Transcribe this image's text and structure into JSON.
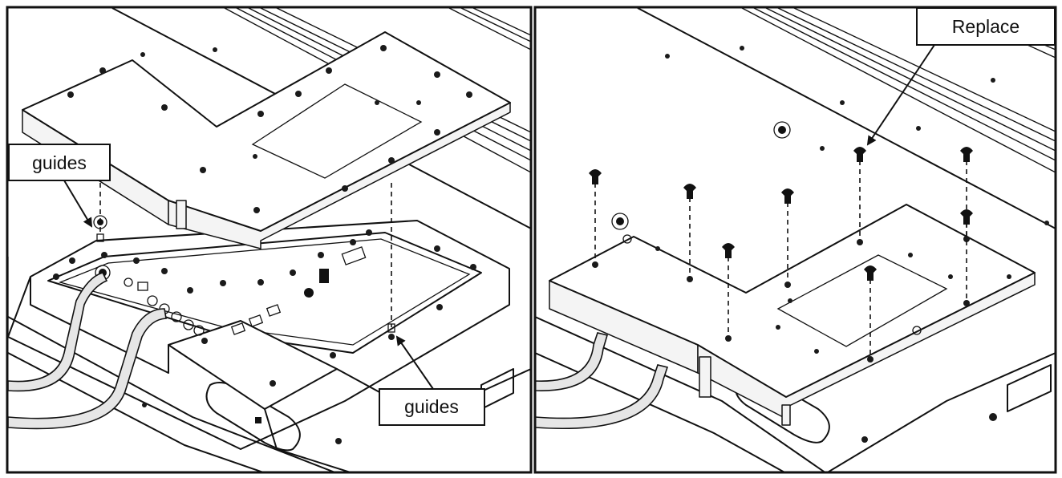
{
  "panels": {
    "left": {
      "callouts": [
        {
          "id": "guides-left",
          "label": "guides"
        },
        {
          "id": "guides-bottom",
          "label": "guides"
        }
      ]
    },
    "right": {
      "callouts": [
        {
          "id": "replace",
          "label": "Replace"
        }
      ]
    }
  }
}
